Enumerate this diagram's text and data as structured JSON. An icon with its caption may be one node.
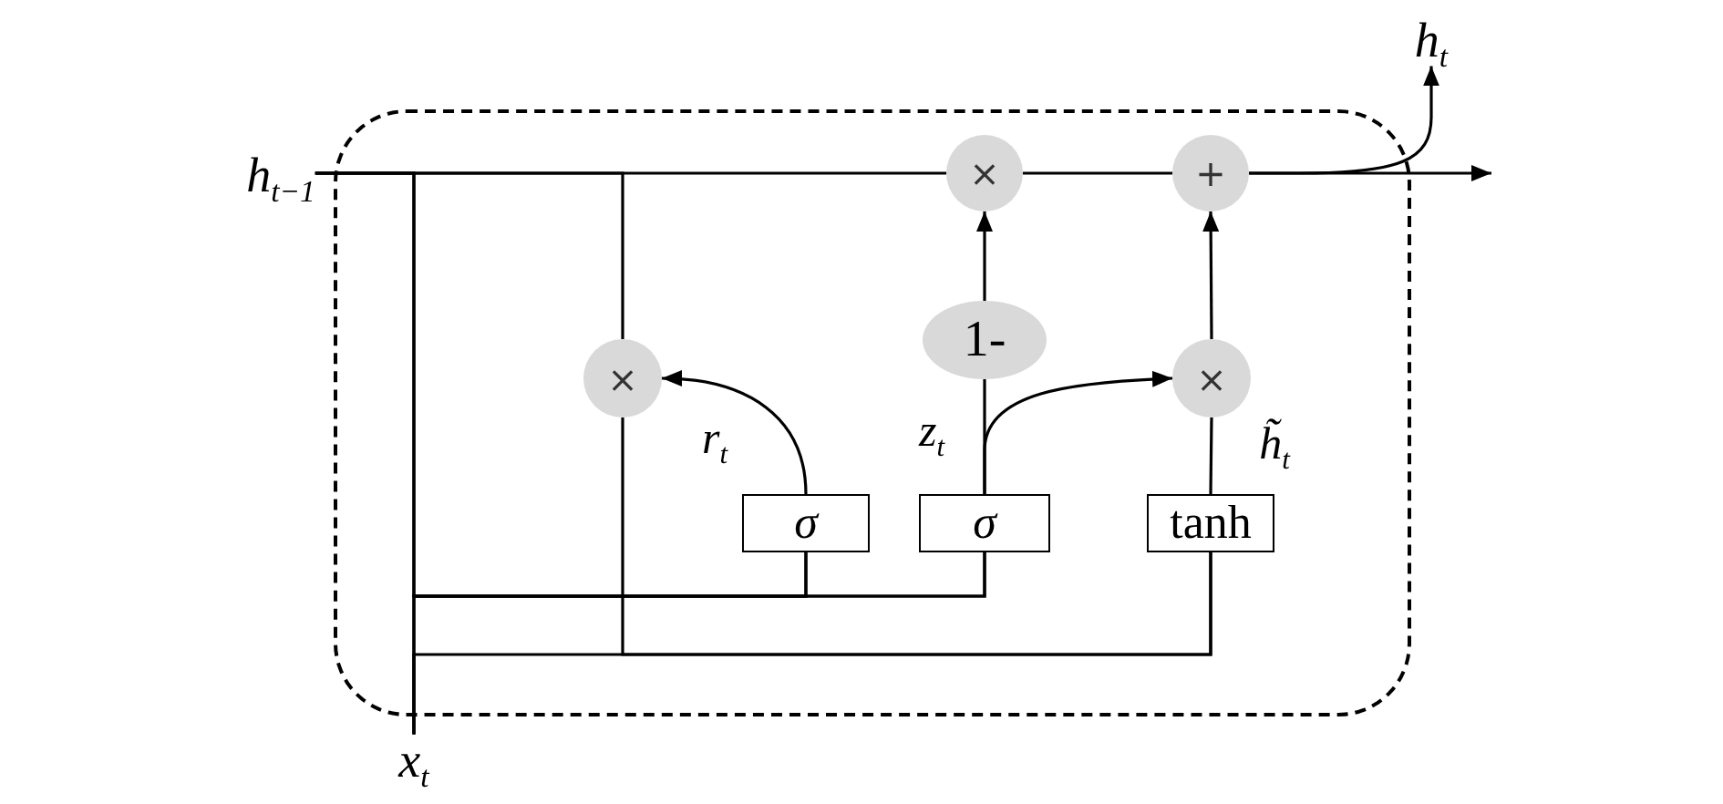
{
  "diagram": {
    "nodes": [
      {
        "text": [
          "h$_{t}$"
        ]
      },
      {
        "text": [],
        "shape": "box"
      },
      {
        "text": [
          "h$_{t−1}$"
        ]
      },
      {
        "text": [
          "×"
        ],
        "in": 1
      },
      {
        "text": [
          "+"
        ],
        "in": 1
      },
      {
        "text": [
          "1-"
        ],
        "in": 1
      },
      {
        "text": [
          "×"
        ],
        "in": 1
      },
      {
        "text": [
          "×"
        ],
        "in": 1
      },
      {
        "text": [
          "σ"
        ],
        "in": 1
      },
      {
        "text": [
          "σ"
        ],
        "in": 1
      },
      {
        "text": [
          "tanh"
        ],
        "in": 1
      },
      {
        "text": [
          "x$_{t}$"
        ]
      }
    ],
    "edges": [
      {
        "from": 2,
        "to": 3,
        "arrow": "none"
      },
      {
        "from": 2,
        "to": 6,
        "arrow": "none"
      },
      {
        "from": 2,
        "to": 8,
        "arrow": "none"
      },
      {
        "from": 2,
        "to": 9,
        "arrow": "none"
      },
      {
        "from": 11,
        "to": 8,
        "arrow": "none"
      },
      {
        "from": 11,
        "to": 9,
        "arrow": "none"
      },
      {
        "from": 11,
        "to": 10,
        "arrow": "none"
      },
      {
        "from": 6,
        "to": 10,
        "arrow": "none"
      },
      {
        "from": 8,
        "to": 6,
        "arrow": "to",
        "label": "r$_{t}$"
      },
      {
        "from": 9,
        "to": 5,
        "arrow": "none",
        "label": "z$_{t}$"
      },
      {
        "from": 9,
        "to": 7,
        "arrow": "to"
      },
      {
        "from": 10,
        "to": 7,
        "arrow": "none",
        "label": "h̃$_{t}$"
      },
      {
        "from": 5,
        "to": 3,
        "arrow": "to"
      },
      {
        "from": 7,
        "to": 4,
        "arrow": "to"
      },
      {
        "from": 3,
        "to": 4,
        "arrow": "none"
      },
      {
        "from": 4,
        "to": null,
        "arrow": "to"
      },
      {
        "from": 4,
        "to": 0,
        "arrow": "to"
      }
    ]
  }
}
